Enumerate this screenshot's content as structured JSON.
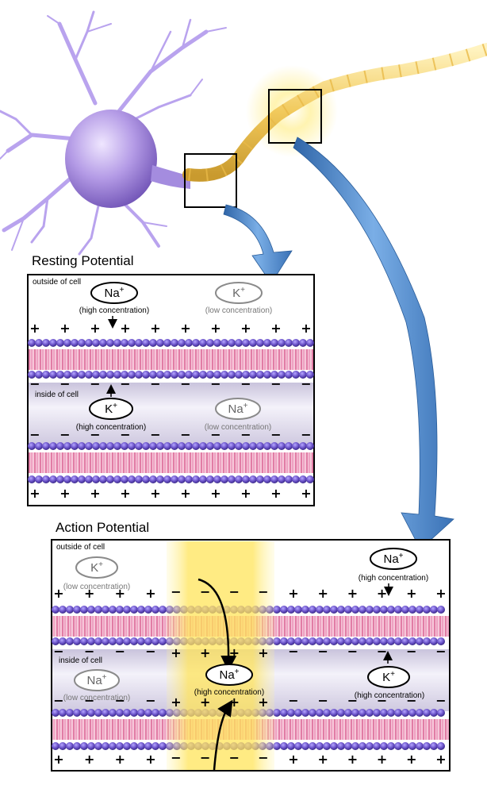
{
  "resting": {
    "title": "Resting Potential",
    "outside_label": "outside of cell",
    "inside_label": "inside of cell",
    "na_out": {
      "ion": "Na",
      "charge": "+",
      "concentration": "(high concentration)"
    },
    "k_out": {
      "ion": "K",
      "charge": "+",
      "concentration": "(low concentration)"
    },
    "k_in": {
      "ion": "K",
      "charge": "+",
      "concentration": "(high concentration)"
    },
    "na_in": {
      "ion": "Na",
      "charge": "+",
      "concentration": "(low concentration)"
    }
  },
  "action": {
    "title": "Action Potential",
    "outside_label": "outside of cell",
    "inside_label": "inside of cell",
    "k_out": {
      "ion": "K",
      "charge": "+",
      "concentration": "(low concentration)"
    },
    "na_out": {
      "ion": "Na",
      "charge": "+",
      "concentration": "(high concentration)"
    },
    "na_in_low": {
      "ion": "Na",
      "charge": "+",
      "concentration": "(low concentration)"
    },
    "na_channel": {
      "ion": "Na",
      "charge": "+",
      "concentration": "(high concentration)"
    },
    "k_in": {
      "ion": "K",
      "charge": "+",
      "concentration": "(high concentration)"
    }
  },
  "signs": {
    "plus": "+",
    "minus": "−"
  },
  "colors": {
    "arrow_blue": "#4f86c6",
    "neuron_purple": "#9b7fd6",
    "axon_yellow": "#f3d36b",
    "lipid_head": "#6a5acd",
    "lipid_tail": "#e98ab3",
    "glow": "#ffe680"
  }
}
